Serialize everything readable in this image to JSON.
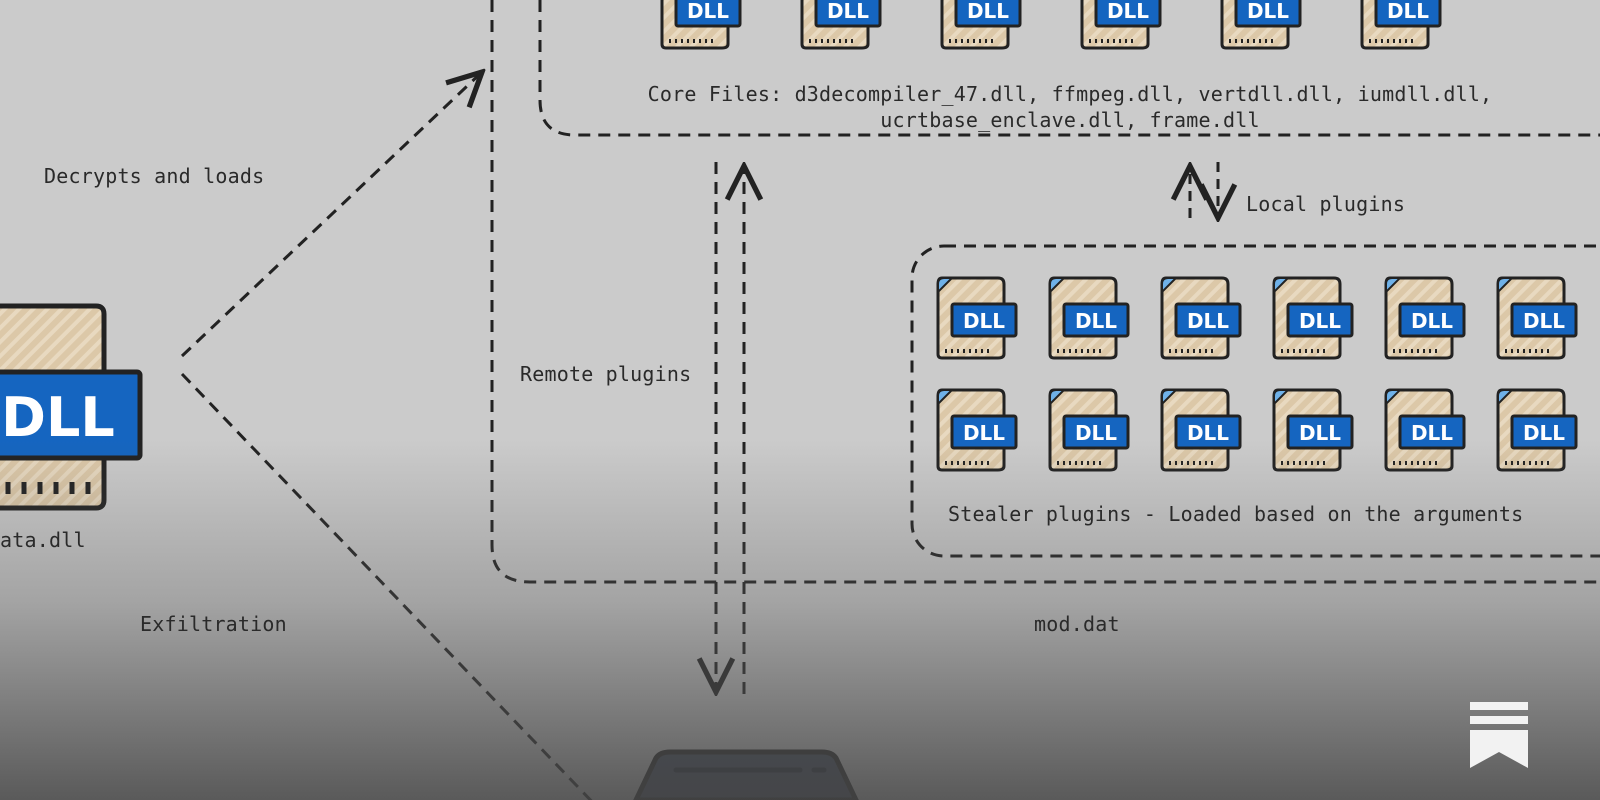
{
  "labels": {
    "decrypts": "Decrypts and loads",
    "exfiltration": "Exfiltration",
    "remote_plugins": "Remote plugins",
    "local_plugins": "Local plugins",
    "mod_dat": "mod.dat",
    "core_files_line1": "Core Files: d3decompiler_47.dll, ffmpeg.dll, vertdll.dll, iumdll.dll,",
    "core_files_line2": "ucrtbase_enclave.dll, frame.dll",
    "stealer_plugins": "Stealer plugins - Loaded based on the arguments",
    "main_dll_name": "ata.dll"
  },
  "icon_text": "DLL",
  "colors": {
    "background": "#cbcbcb",
    "dll_badge": "#1565c0",
    "dll_body": "#dcc8a8",
    "outline": "#222222",
    "logo": "#f2f2f2",
    "server": "#3d4658"
  },
  "icons": [
    "dll-file-icon",
    "bookmark-logo-icon",
    "server-icon"
  ]
}
